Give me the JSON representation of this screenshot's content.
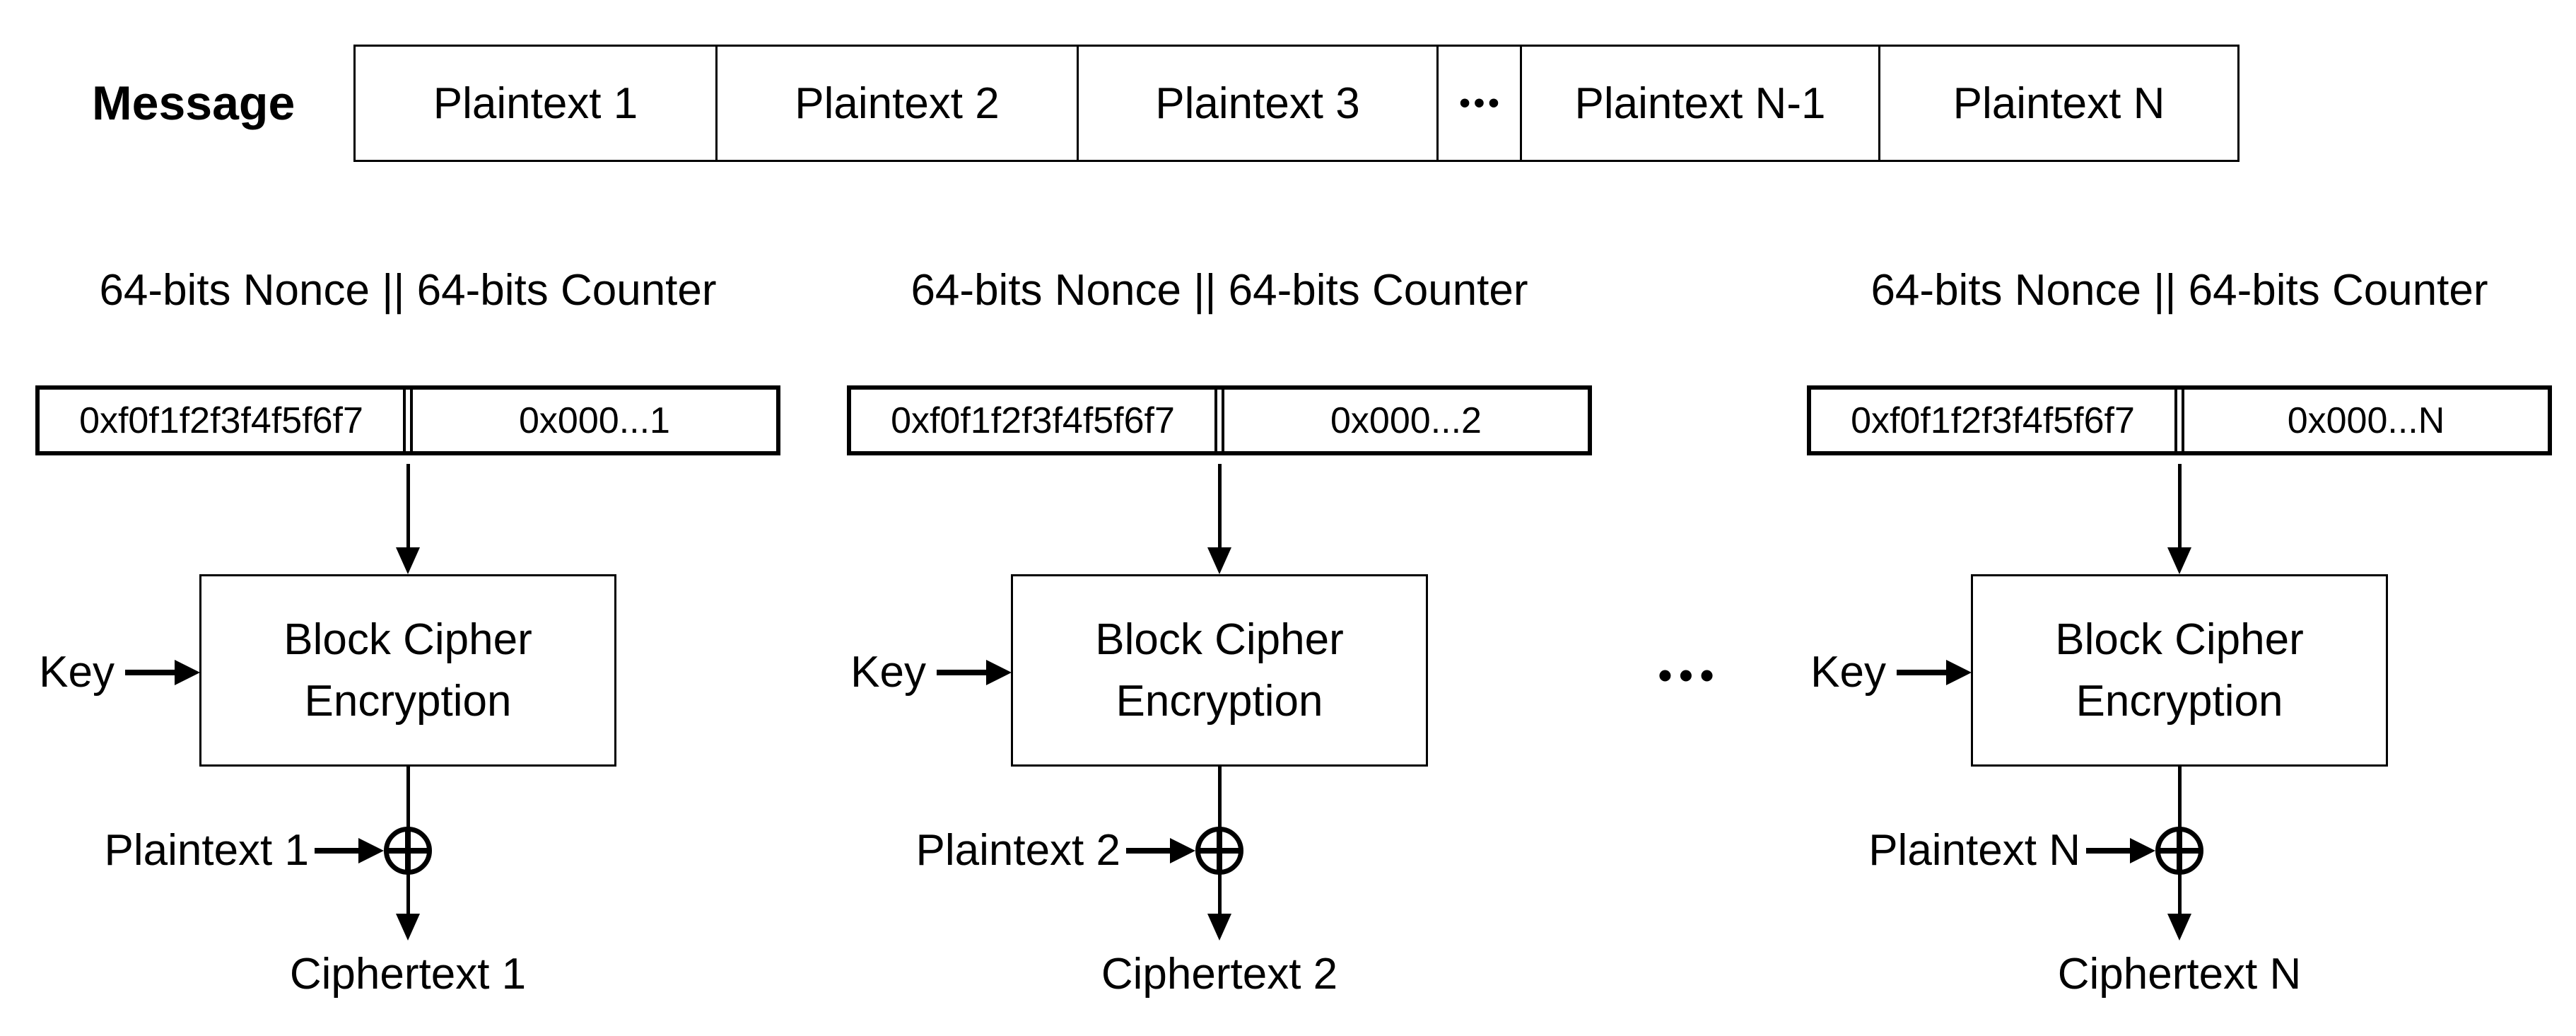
{
  "diagram": {
    "message_row": {
      "label": "Message",
      "cells": [
        "Plaintext 1",
        "Plaintext 2",
        "Plaintext 3",
        "•••",
        "Plaintext N-1",
        "Plaintext N"
      ]
    },
    "middle_ellipsis": "•••",
    "columns": [
      {
        "nonce_counter_label": "64-bits Nonce || 64-bits Counter",
        "nonce_value": "0xf0f1f2f3f4f5f6f7",
        "counter_value": "0x000...1",
        "block_cipher_line1": "Block Cipher",
        "block_cipher_line2": "Encryption",
        "key_label": "Key",
        "plaintext_label": "Plaintext 1",
        "ciphertext_label": "Ciphertext 1"
      },
      {
        "nonce_counter_label": "64-bits Nonce || 64-bits Counter",
        "nonce_value": "0xf0f1f2f3f4f5f6f7",
        "counter_value": "0x000...2",
        "block_cipher_line1": "Block Cipher",
        "block_cipher_line2": "Encryption",
        "key_label": "Key",
        "plaintext_label": "Plaintext 2",
        "ciphertext_label": "Ciphertext 2"
      },
      {
        "nonce_counter_label": "64-bits Nonce || 64-bits Counter",
        "nonce_value": "0xf0f1f2f3f4f5f6f7",
        "counter_value": "0x000...N",
        "block_cipher_line1": "Block Cipher",
        "block_cipher_line2": "Encryption",
        "key_label": "Key",
        "plaintext_label": "Plaintext N",
        "ciphertext_label": "Ciphertext N"
      }
    ],
    "colors": {
      "ink": "#000000",
      "background": "#ffffff"
    }
  }
}
